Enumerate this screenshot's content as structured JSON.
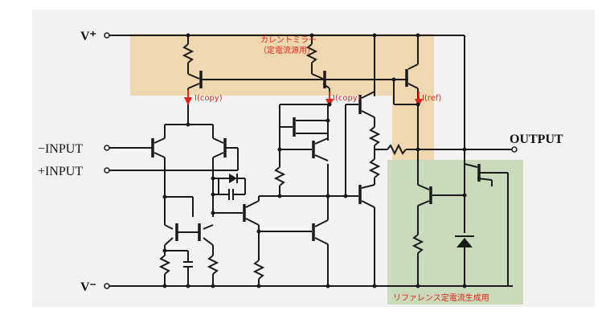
{
  "labels": {
    "vplus": "V⁺",
    "vminus": "V⁻",
    "minus_input": "−INPUT",
    "plus_input": "+INPUT",
    "output": "OUTPUT"
  },
  "annotations": {
    "current_mirror_title": "カレントミラー",
    "current_mirror_sub": "（定電流源用）",
    "icopy_1": "I(copy)",
    "icopy_2": "I(copy)",
    "iref": "I(ref)",
    "reference_region": "リファレンス定電流生成用"
  },
  "colors": {
    "mirror_highlight": "#ecbe6e",
    "reference_highlight": "#96be78",
    "annotation_red": "#e2231a",
    "wire": "#1a1a1a"
  }
}
